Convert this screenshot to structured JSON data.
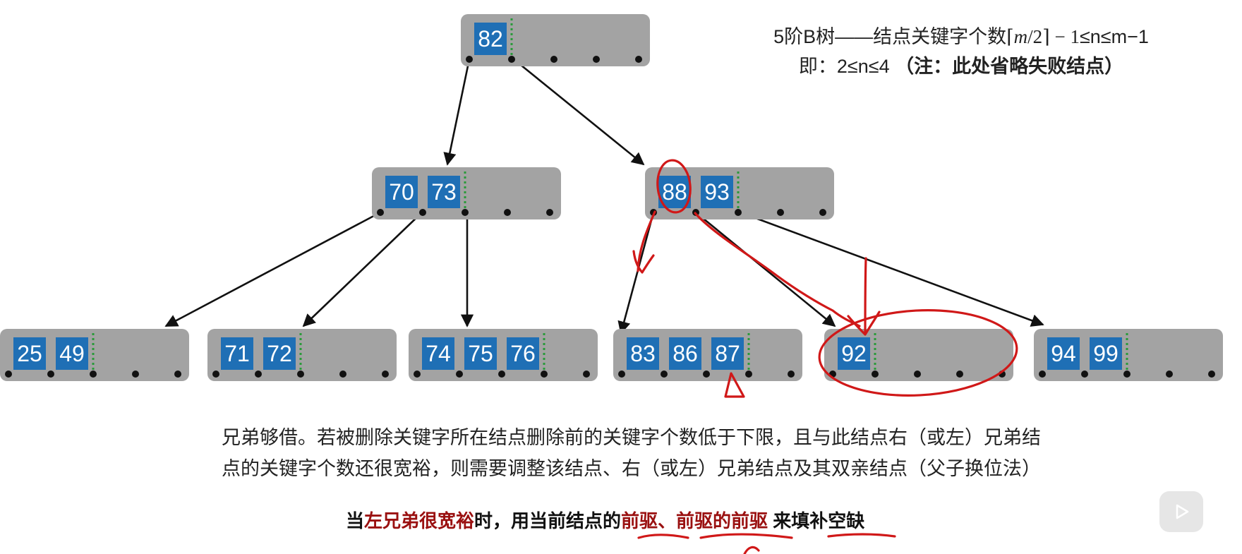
{
  "header": {
    "line1_prefix": "5阶B树——结点关键字个数",
    "line1_math_l": "⌈",
    "line1_math_m": "m",
    "line1_math_slash": "/2",
    "line1_math_r": "⌉ − 1",
    "line1_suffix": "≤n≤m−1",
    "line2_prefix": "即：2≤n≤4 ",
    "line2_note": "（注：此处省略失败结点）"
  },
  "tree": {
    "root": {
      "keys": [
        "82"
      ]
    },
    "level1": [
      {
        "keys": [
          "70",
          "73"
        ]
      },
      {
        "keys": [
          "88",
          "93"
        ]
      }
    ],
    "leaves": [
      {
        "keys": [
          "25",
          "49"
        ]
      },
      {
        "keys": [
          "71",
          "72"
        ]
      },
      {
        "keys": [
          "74",
          "75",
          "76"
        ]
      },
      {
        "keys": [
          "83",
          "86",
          "87"
        ]
      },
      {
        "keys": [
          "92"
        ]
      },
      {
        "keys": [
          "94",
          "99"
        ]
      }
    ]
  },
  "description": {
    "line1": "兄弟够借。若被删除关键字所在结点删除前的关键字个数低于下限，且与此结点右（或左）兄弟结",
    "line2": "点的关键字个数还很宽裕，则需要调整该结点、右（或左）兄弟结点及其双亲结点（父子换位法）"
  },
  "tip": {
    "p1": "当",
    "p2": "左兄弟很宽裕",
    "p3": "时，用当前结点的",
    "p4": "前驱、前驱的前驱",
    "p5": " 来填补空缺"
  },
  "colors": {
    "node_bg": "#a3a3a3",
    "key_box": "#1f6fb5",
    "annotation": "#d01818",
    "highlight_text": "#9a1010"
  },
  "icons": {
    "player": "play-icon"
  }
}
